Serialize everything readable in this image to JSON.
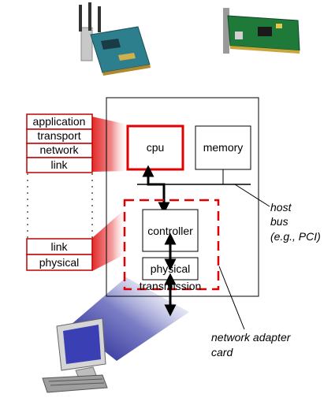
{
  "protocol_stack_top": [
    "application",
    "transport",
    "network",
    "link"
  ],
  "protocol_stack_bottom": [
    "link",
    "physical"
  ],
  "host": {
    "cpu": "cpu",
    "memory": "memory",
    "controller": "controller",
    "physical": "physical",
    "transmission": "transmission"
  },
  "annotations": {
    "host_bus": [
      "host",
      "bus",
      "(e.g., PCI)"
    ],
    "adapter_card": [
      "network adapter",
      "card"
    ]
  },
  "colors": {
    "stack_border": "#c00000",
    "highlight": "#e00000",
    "beam_red": "#e03030",
    "beam_blue": "#23259a"
  }
}
